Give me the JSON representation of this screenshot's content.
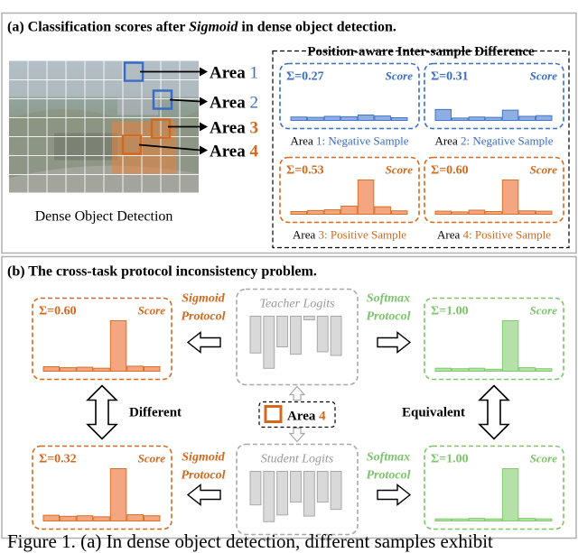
{
  "panel_a": {
    "title_prefix": "(a) Classification scores after ",
    "title_italic": "Sigmoid",
    "title_suffix": " in dense object detection.",
    "image_caption": "Dense Object Detection",
    "pointers": [
      {
        "word": "Area",
        "num": "1",
        "color": "#3a6cc4"
      },
      {
        "word": "Area",
        "num": "2",
        "color": "#3a6cc4"
      },
      {
        "word": "Area",
        "num": "3",
        "color": "#d2691e"
      },
      {
        "word": "Area",
        "num": "4",
        "color": "#d2691e"
      }
    ],
    "difference_title": "Position-aware Inter-sample Difference",
    "score_label": "Score",
    "samples": [
      {
        "sum": "Σ=0.27",
        "area_word": "Area",
        "area_num": "1:",
        "desc": "Negative Sample",
        "kind": "negative",
        "bars": [
          0.1,
          0.09,
          0.12,
          0.11,
          0.16,
          0.13,
          0.08
        ]
      },
      {
        "sum": "Σ=0.31",
        "area_word": "Area",
        "area_num": "2:",
        "desc": "Negative Sample",
        "kind": "negative",
        "bars": [
          0.32,
          0.07,
          0.1,
          0.09,
          0.3,
          0.12,
          0.14
        ]
      },
      {
        "sum": "Σ=0.53",
        "area_word": "Area",
        "area_num": "3:",
        "desc": "Positive Sample",
        "kind": "positive",
        "bars": [
          0.08,
          0.11,
          0.13,
          0.24,
          1.0,
          0.22,
          0.1
        ]
      },
      {
        "sum": "Σ=0.60",
        "area_word": "Area",
        "area_num": "4:",
        "desc": "Positive Sample",
        "kind": "positive",
        "bars": [
          0.09,
          0.07,
          0.12,
          0.08,
          1.0,
          0.1,
          0.09
        ]
      }
    ]
  },
  "panel_b": {
    "title": "(b) The cross-task protocol inconsistency problem.",
    "teacher_label": "Teacher Logits",
    "student_label": "Student Logits",
    "sigmoid_protocol": [
      "Sigmoid",
      "Protocol"
    ],
    "softmax_protocol": [
      "Softmax",
      "Protocol"
    ],
    "different_label": "Different",
    "equivalent_label": "Equivalent",
    "center_area_word": "Area",
    "center_area_num": "4",
    "score_label": "Score",
    "distributions": {
      "sigmoid_teacher": {
        "sum": "Σ=0.60",
        "bars": [
          0.09,
          0.07,
          0.08,
          0.06,
          1.0,
          0.1,
          0.09
        ]
      },
      "softmax_teacher": {
        "sum": "Σ=1.00",
        "bars": [
          0.06,
          0.05,
          0.06,
          0.04,
          1.0,
          0.07,
          0.05
        ]
      },
      "sigmoid_student": {
        "sum": "Σ=0.32",
        "bars": [
          0.11,
          0.09,
          0.1,
          0.08,
          1.0,
          0.12,
          0.1
        ]
      },
      "softmax_student": {
        "sum": "Σ=1.00",
        "bars": [
          0.04,
          0.04,
          0.05,
          0.04,
          1.0,
          0.05,
          0.04
        ]
      }
    },
    "teacher_logits": [
      0.6,
      0.85,
      0.5,
      0.62,
      0.06,
      0.58,
      0.64
    ],
    "student_logits": [
      0.6,
      0.9,
      0.78,
      0.55,
      0.8,
      0.55,
      0.68
    ]
  },
  "figure_caption": "Figure 1. (a) In dense object detection, different samples exhibit",
  "colors": {
    "blue": "#3a6cc4",
    "blue_fill": "#8faee3",
    "orange": "#d2691e",
    "orange_fill": "#f4a680",
    "green": "#7cc56a",
    "green_fill": "#b4e2a6",
    "gray": "#a8a8a8",
    "gray_fill": "#d9d9d9",
    "frame": "#b0b0b0"
  }
}
